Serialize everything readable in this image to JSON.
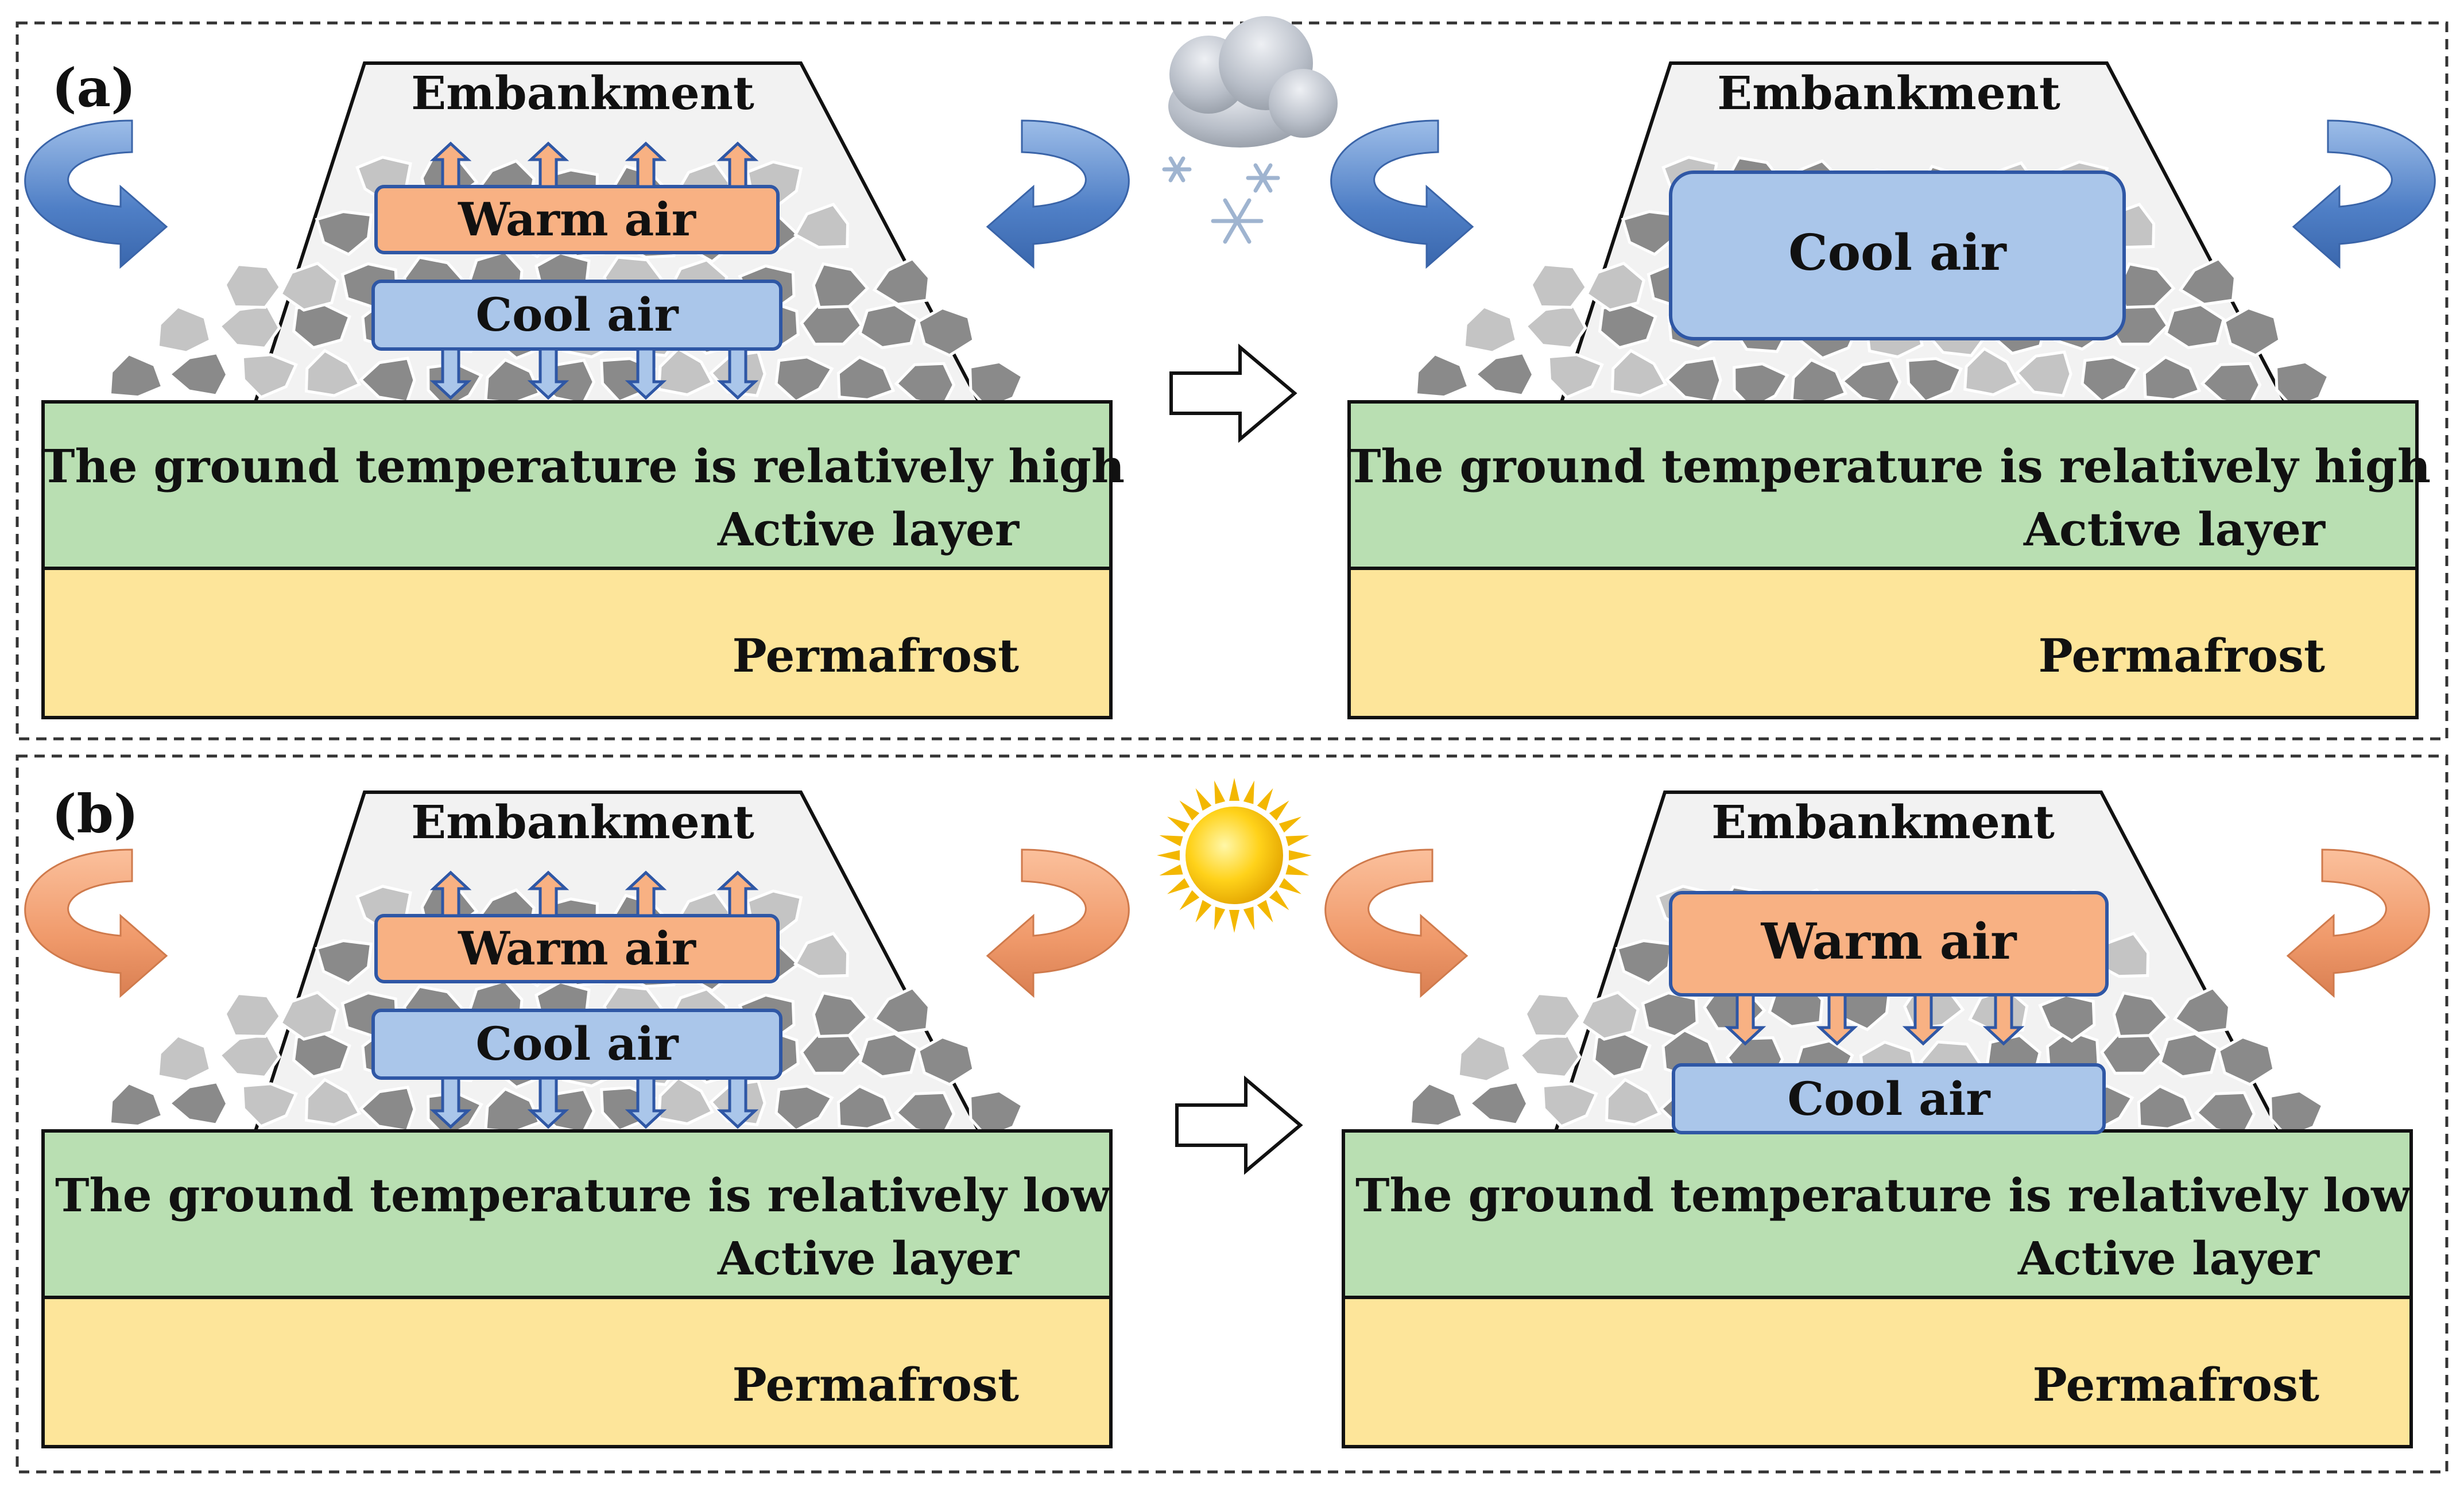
{
  "panels": [
    {
      "tag": "(a)",
      "weather_icon": "cloud-snow-icon",
      "before": {
        "embankment": "Embankment",
        "warm_air": "Warm air",
        "cool_air": "Cool air",
        "ground_text": "The ground temperature is relatively high",
        "active_layer": "Active layer",
        "permafrost": "Permafrost"
      },
      "after": {
        "embankment": "Embankment",
        "cool_air": "Cool air",
        "ground_text": "The ground temperature is relatively high",
        "active_layer": "Active layer",
        "permafrost": "Permafrost"
      }
    },
    {
      "tag": "(b)",
      "weather_icon": "sun-icon",
      "before": {
        "embankment": "Embankment",
        "warm_air": "Warm air",
        "cool_air": "Cool air",
        "ground_text": "The ground temperature is relatively low",
        "active_layer": "Active layer",
        "permafrost": "Permafrost"
      },
      "after": {
        "embankment": "Embankment",
        "warm_air": "Warm air",
        "cool_air": "Cool air",
        "ground_text": "The ground temperature is relatively low",
        "active_layer": "Active layer",
        "permafrost": "Permafrost"
      }
    }
  ],
  "colors": {
    "active_layer": "#b9dfb2",
    "permafrost": "#fde59a",
    "warm_air": "#f8b183",
    "cool_air": "#aac6ea",
    "box_border": "#2f57a5",
    "rock": "#8a8a8a",
    "rock_light": "#c4c4c4",
    "embankment": "#f2f2f2",
    "cold_circulation": "#5b8bd0",
    "warm_circulation": "#f0a37a"
  }
}
